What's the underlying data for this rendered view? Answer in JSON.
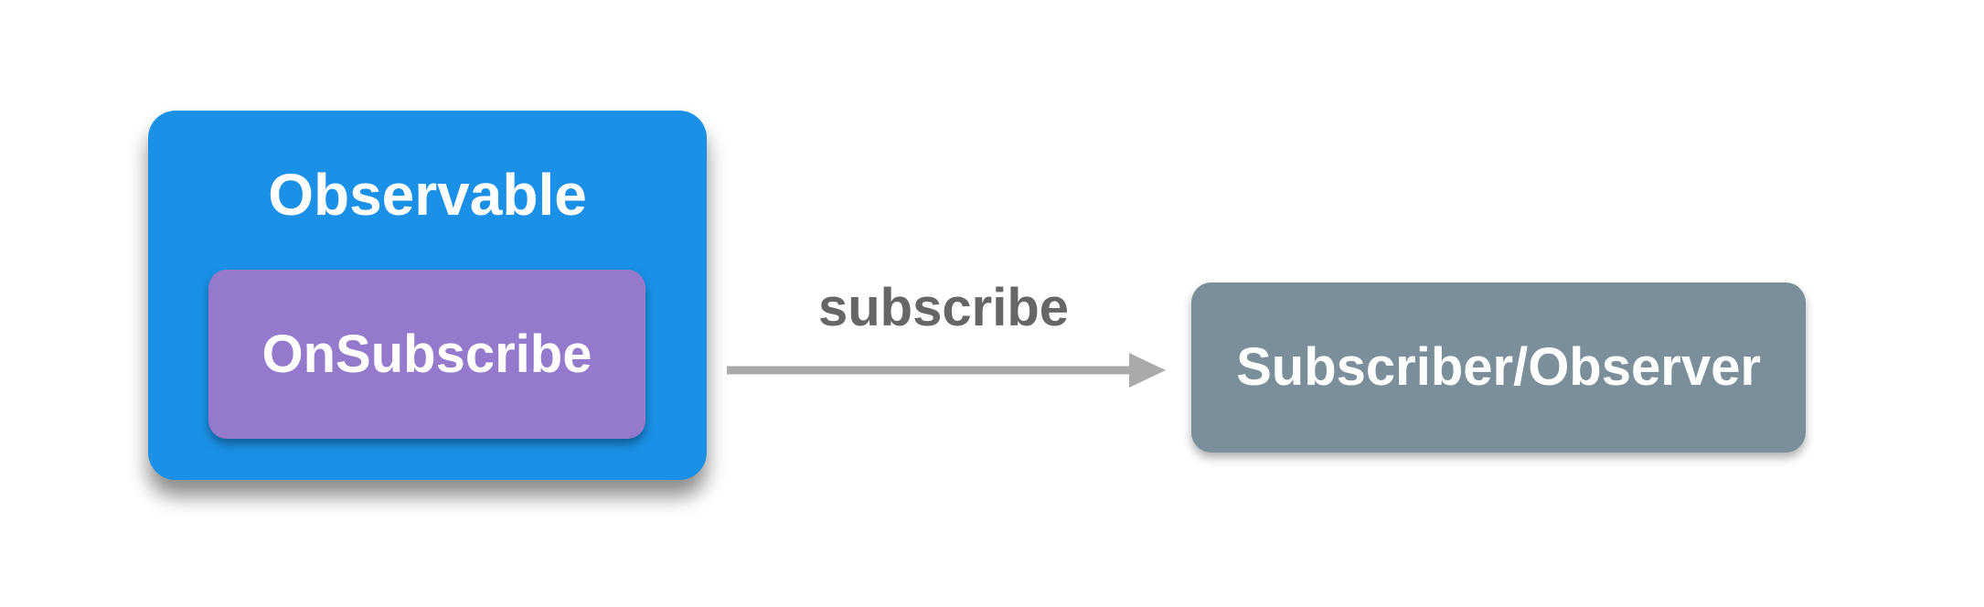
{
  "diagram": {
    "observable": {
      "title": "Observable",
      "color": "#1a91e6",
      "inner": {
        "label": "OnSubscribe",
        "color": "#9479cc"
      }
    },
    "edge": {
      "label": "subscribe",
      "label_color": "#666666",
      "line_color": "#aaaaaa",
      "arrow_icon": "arrow-right-icon"
    },
    "subscriber": {
      "label": "Subscriber/Observer",
      "color": "#7a8f99"
    }
  }
}
